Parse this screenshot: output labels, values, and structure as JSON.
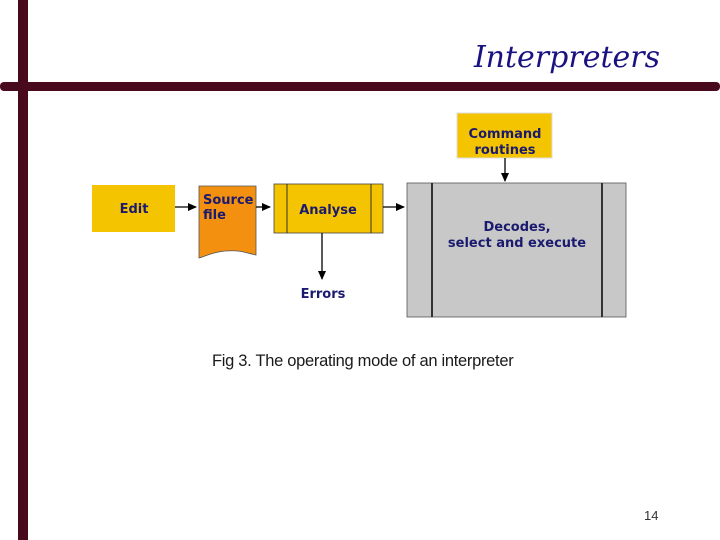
{
  "slide": {
    "title": "Interpreters",
    "caption": "Fig 3. The operating mode of an interpreter",
    "page_number": "14"
  },
  "diagram": {
    "edit": "Edit",
    "source_line1": "Source",
    "source_line2": "file",
    "analyse": "Analyse",
    "errors": "Errors",
    "command_line1": "Command",
    "command_line2": "routines",
    "decodes_line1": "Decodes,",
    "decodes_line2": "select and execute"
  },
  "colors": {
    "frame": "#4a0a1e",
    "title": "#1a1280",
    "yellow": "#f5c400",
    "orange": "#f4900f",
    "gray": "#c8c8c8",
    "label": "#1a1a6e"
  }
}
